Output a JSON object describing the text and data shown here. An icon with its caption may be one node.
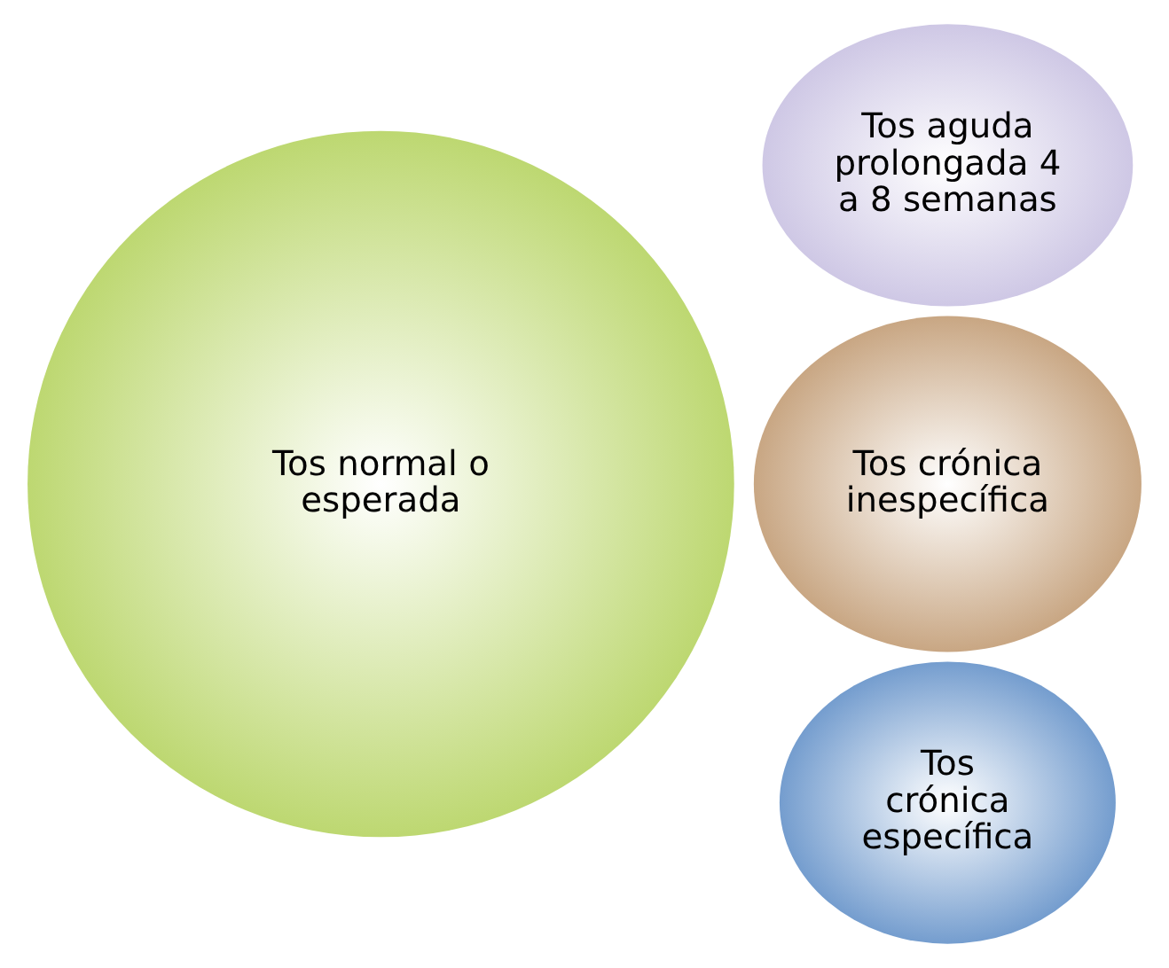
{
  "diagram": {
    "nodes": [
      {
        "text": [
          "Tos normal o esperada"
        ]
      },
      {
        "text": [
          "Tos aguda prolongada 4 a 8 semanas"
        ]
      },
      {
        "text": [
          "Tos crónica inespecífica"
        ]
      },
      {
        "text": [
          "Tos crónica específica"
        ]
      }
    ]
  }
}
